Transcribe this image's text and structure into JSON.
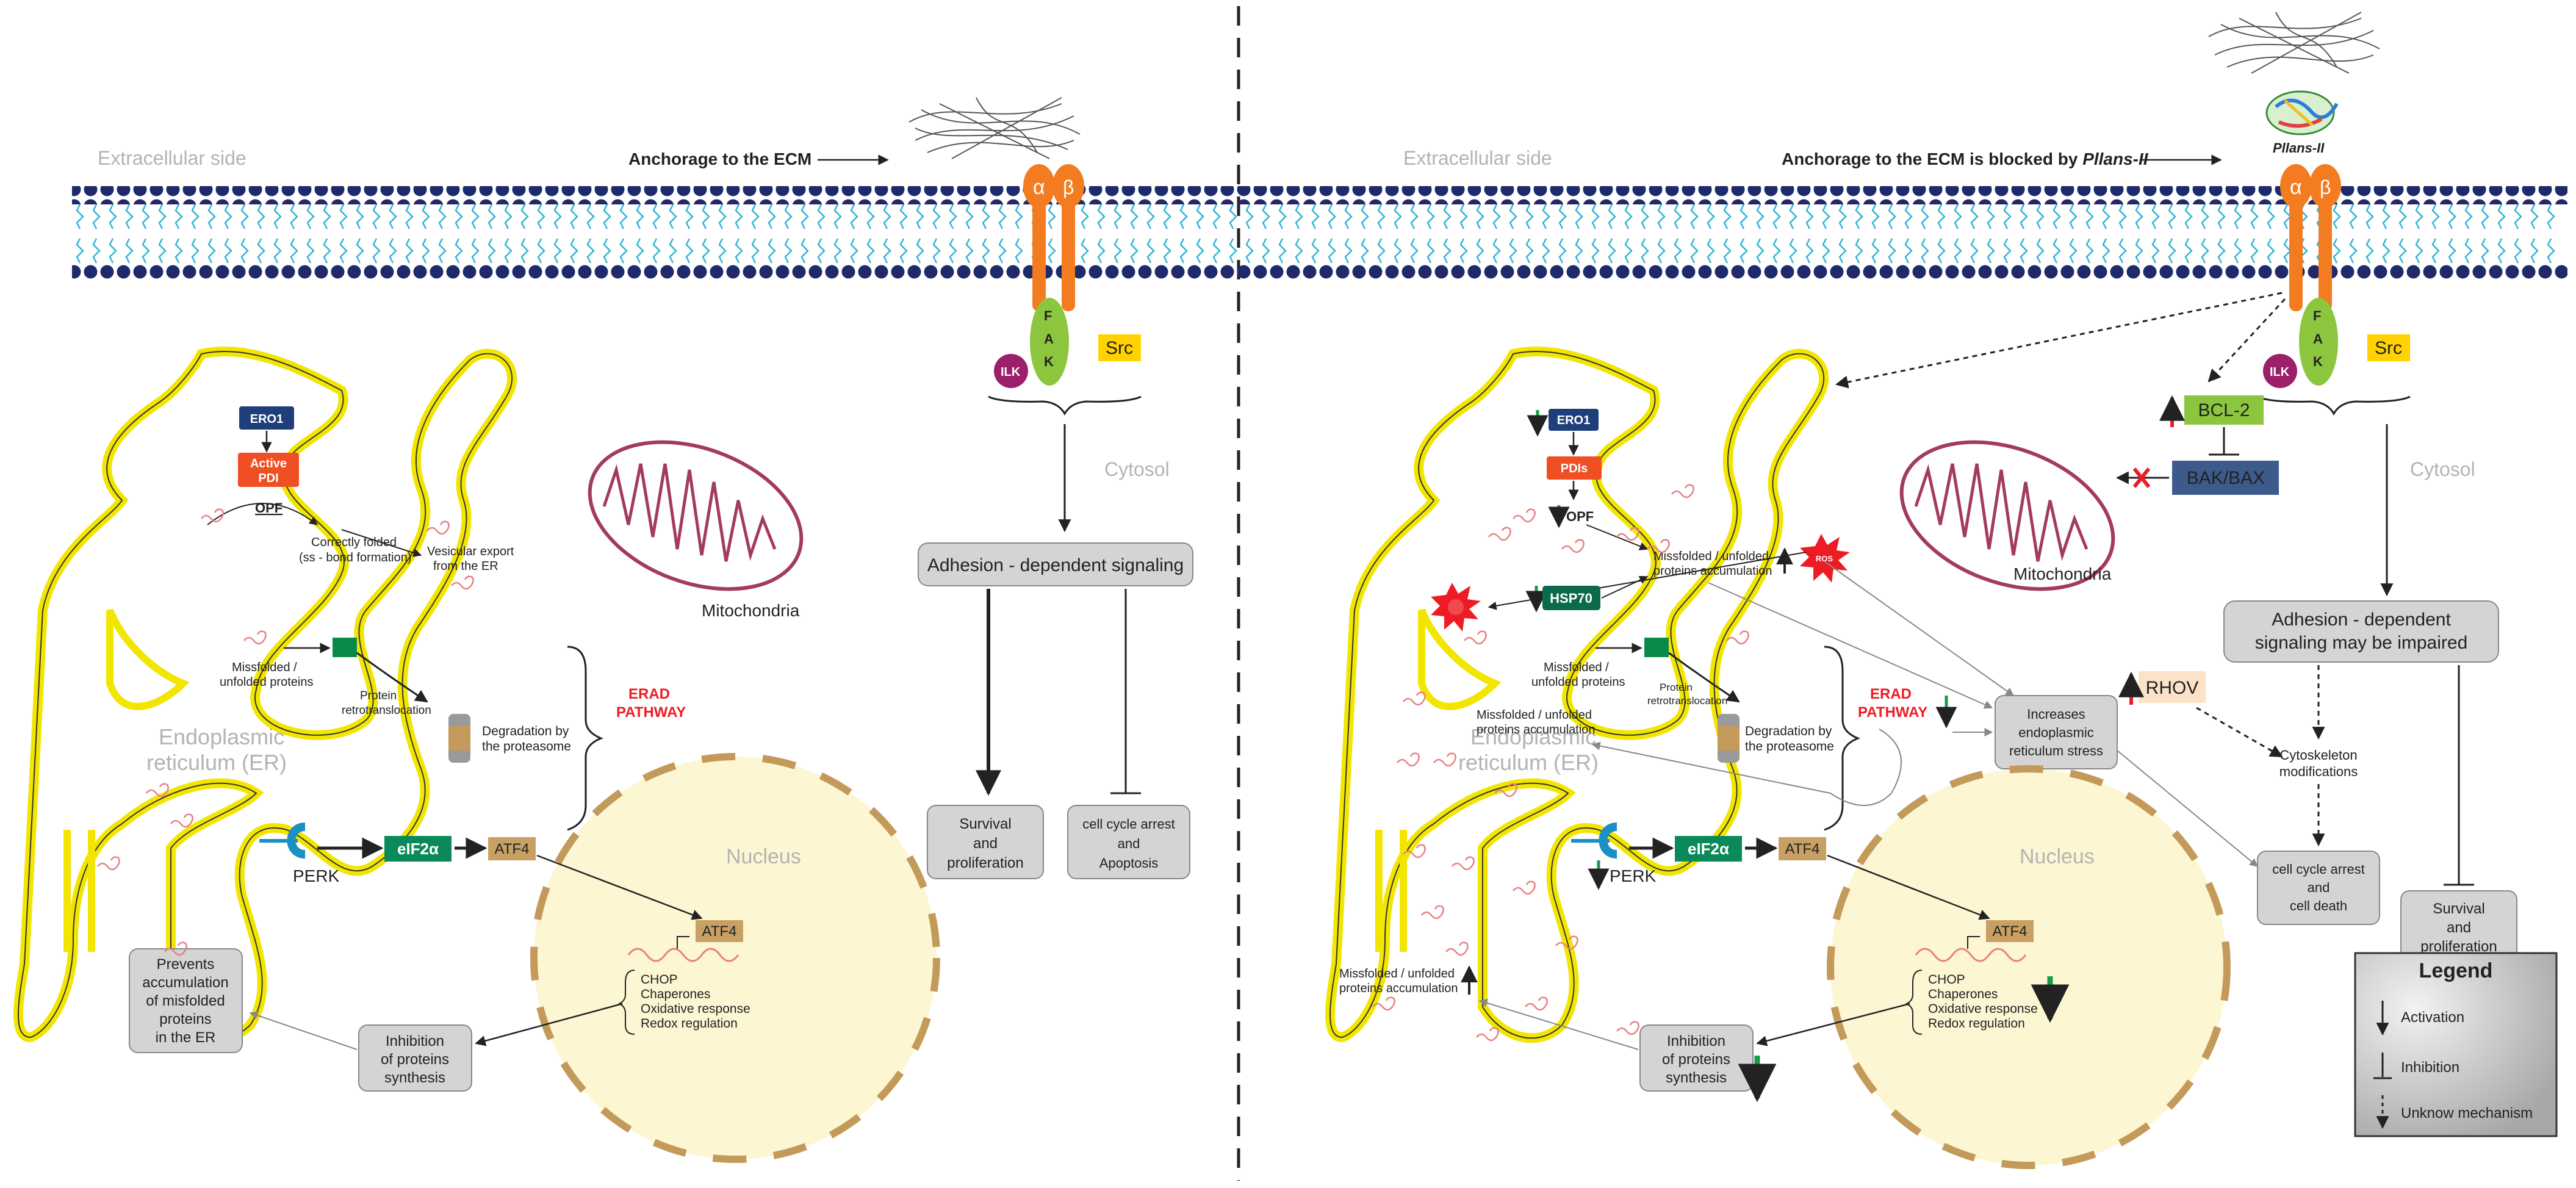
{
  "left": {
    "extracellular_label": "Extracellular side",
    "anchorage_label": "Anchorage to the ECM",
    "cytosol_label": "Cytosol",
    "er_label_line1": "Endoplasmic",
    "er_label_line2": "reticulum (ER)",
    "mito_label": "Mitochondria",
    "nucleus_label": "Nucleus",
    "ero1": "ERO1",
    "active_pdi_1": "Active",
    "active_pdi_2": "PDI",
    "opf": "OPF",
    "correctly_folded_1": "Correctly folded",
    "correctly_folded_2": "(ss - bond formation)",
    "vesicular_1": "Vesicular export",
    "vesicular_2": "from the ER",
    "misfolded_1": "Missfolded /",
    "misfolded_2": "unfolded proteins",
    "retro_1": "Protein",
    "retro_2": "retrotranslocation",
    "degradation_1": "Degradation by",
    "degradation_2": "the proteasome",
    "erad_1": "ERAD",
    "erad_2": "PATHWAY",
    "perk": "PERK",
    "eif2a": "eIF2α",
    "atf4": "ATF4",
    "atf4_nuclear": "ATF4",
    "targets": [
      "CHOP",
      "Chaperones",
      "Oxidative response",
      "Redox regulation"
    ],
    "inhibition_box": [
      "Inhibition",
      "of proteins",
      "synthesis"
    ],
    "prevents_box": [
      "Prevents",
      "accumulation",
      "of misfolded",
      "proteins",
      "in the ER"
    ],
    "adhesion_box": "Adhesion - dependent signaling",
    "survival_box": [
      "Survival",
      "and",
      "proliferation"
    ],
    "arrest_box": [
      "cell cycle arrest",
      "and",
      "Apoptosis"
    ],
    "fak_letters": [
      "F",
      "A",
      "K"
    ],
    "ilk": "ILK",
    "src": "Src",
    "alpha": "α",
    "beta": "β"
  },
  "right": {
    "extracellular_label": "Extracellular side",
    "anchorage_label_prefix": "Anchorage to the ECM is blocked by ",
    "anchorage_label_italic": "Pllans-II",
    "pllans_label": "Pllans-II",
    "cytosol_label": "Cytosol",
    "er_label_line1": "Endoplasmic",
    "er_label_line2": "reticulum (ER)",
    "mito_label": "Mitochondria",
    "nucleus_label": "Nucleus",
    "ero1": "ERO1",
    "pdis": "PDIs",
    "opf": "OPF",
    "misfolded_accum_1": "Missfolded / unfolded",
    "misfolded_accum_2": "proteins accumulation",
    "hsp70": "HSP70",
    "ros": "ROS",
    "misfolded_1": "Missfolded /",
    "misfolded_2": "unfolded proteins",
    "retro_1": "Protein",
    "retro_2": "retrotranslocation",
    "misfolded_accum_b1": "Missfolded / unfolded",
    "misfolded_accum_b2": "proteins accumulation",
    "degradation_1": "Degradation by",
    "degradation_2": "the proteasome",
    "erad_1": "ERAD",
    "erad_2": "PATHWAY",
    "er_stress_box": [
      "Increases",
      "endoplasmic",
      "reticulum stress"
    ],
    "perk": "PERK",
    "eif2a": "eIF2α",
    "atf4": "ATF4",
    "atf4_nuclear": "ATF4",
    "targets": [
      "CHOP",
      "Chaperones",
      "Oxidative response",
      "Redox regulation"
    ],
    "inhibition_box": [
      "Inhibition",
      "of proteins",
      "synthesis"
    ],
    "misfolded_accum_c1": "Missfolded / unfolded",
    "misfolded_accum_c2": "proteins accumulation",
    "bcl2": "BCL-2",
    "bakbax": "BAK/BAX",
    "rhov": "RHOV",
    "adhesion_box": [
      "Adhesion - dependent",
      "signaling may be impaired"
    ],
    "cytoskeleton": [
      "Cytoskeleton",
      "modifications"
    ],
    "arrest_box": [
      "cell cycle arrest",
      "and",
      "cell death"
    ],
    "survival_box": [
      "Survival",
      "and",
      "proliferation"
    ],
    "fak_letters": [
      "F",
      "A",
      "K"
    ],
    "ilk": "ILK",
    "src": "Src",
    "alpha": "α",
    "beta": "β"
  },
  "legend": {
    "title": "Legend",
    "activation": "Activation",
    "inhibition": "Inhibition",
    "unknown": "Unknow mechanism"
  },
  "colors": {
    "membrane_head": "#1f2a6b",
    "membrane_tail": "#2fb4d8",
    "integrin": "#f47c20",
    "fak": "#8cc63f",
    "src": "#ffd200",
    "ilk": "#9b1f6a",
    "er_outline": "#f2e600",
    "mitochondria": "#a33a5f",
    "nucleus_fill": "#fdf6d3",
    "nucleus_dash": "#c49a5a",
    "ero1": "#1f3f7a",
    "pdi": "#f04e23",
    "eif2a": "#0a8a5a",
    "atf4": "#c9a063",
    "perk": "#1c8fc4",
    "box_grey": "#d4d4d4",
    "erad_red": "#ed1c24",
    "arrow_green": "#1a9a4a",
    "arrow_red": "#ed1c24",
    "bakbax": "#3c5a8a"
  }
}
